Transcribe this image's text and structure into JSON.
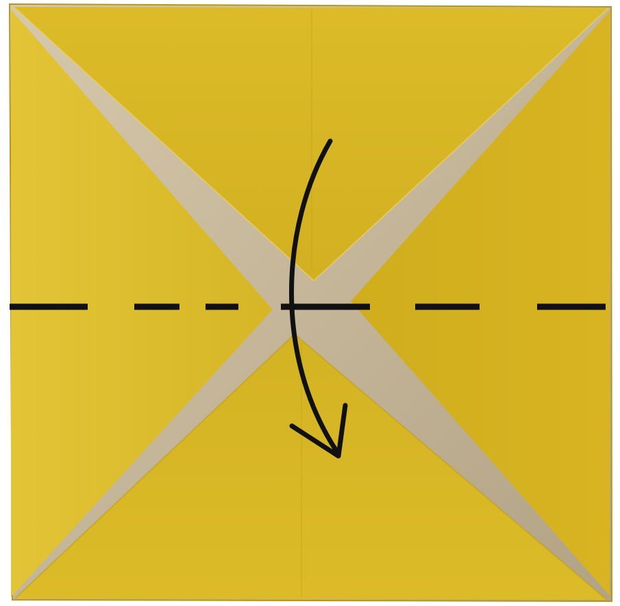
{
  "image": {
    "subject": "origami-square-folded-corners-to-center",
    "instruction_arrow_direction": "down",
    "fold_line_style": "dashed-horizontal"
  },
  "colors": {
    "paper": "#d9b826",
    "paper_light": "#e6c93a",
    "paper_dark": "#c9a81a",
    "paper_edge": "#b8961a",
    "gap": "#c8b89c",
    "gap_shadow": "#a89878",
    "ink": "#111111",
    "background": "#ffffff"
  },
  "icons": {
    "fold_arrow": "curved-arrow-down-icon",
    "fold_line": "dashed-line-icon"
  }
}
